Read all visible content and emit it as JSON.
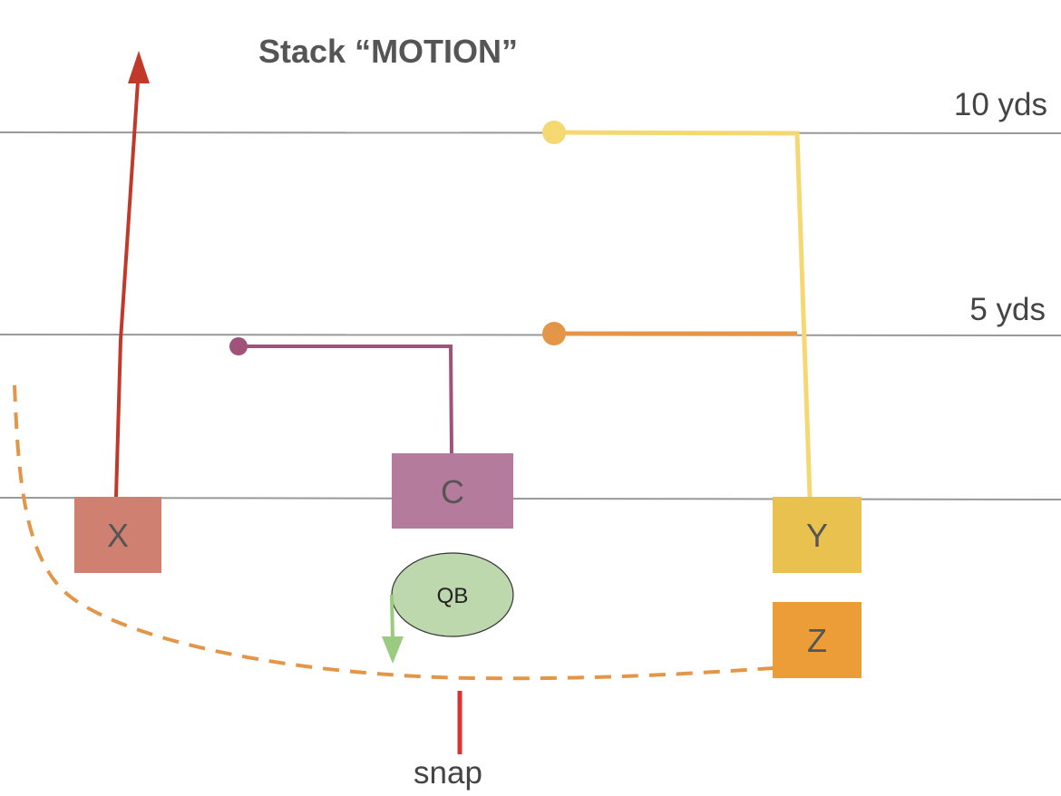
{
  "diagram": {
    "title": "Stack “MOTION”",
    "yard_lines": [
      {
        "label": "10 yds"
      },
      {
        "label": "5 yds"
      }
    ],
    "players": {
      "x": {
        "label": "X",
        "color": "#d08070"
      },
      "c": {
        "label": "C",
        "color": "#b57b9c"
      },
      "y": {
        "label": "Y",
        "color": "#e8c14e"
      },
      "z": {
        "label": "Z",
        "color": "#ec9d38"
      },
      "qb": {
        "label": "QB",
        "color": "#bed8ad"
      }
    },
    "routes": {
      "x_color": "#c0392b",
      "c_color": "#a0527a",
      "y_color": "#f6d873",
      "z_color": "#e39548",
      "qb_color": "#9acb80",
      "motion_color": "#e39548"
    },
    "snap": {
      "label": "snap",
      "color": "#e03030"
    }
  }
}
